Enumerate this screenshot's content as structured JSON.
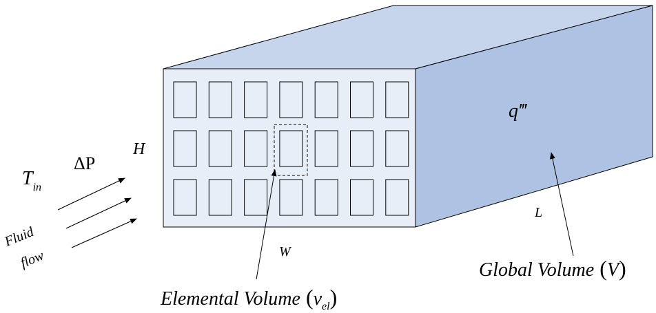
{
  "labels": {
    "T_main": "T",
    "T_sub": "in",
    "delta_p": "ΔP",
    "height": "H",
    "fluid_line1": "Fluid",
    "fluid_line2": "flow",
    "width": "W",
    "length": "L",
    "heat_gen": "q‴",
    "elemental_text": "Elemental Volume",
    "elemental_sym": "v",
    "elemental_sub": "el",
    "global_text": "Global Volume",
    "global_sym": "V",
    "paren_open": "(",
    "paren_close": ")"
  },
  "channel_grid": {
    "rows": 3,
    "cols": 7,
    "highlighted_row": 1,
    "highlighted_col": 3
  },
  "colors": {
    "front_face": "#e8eef8",
    "top_face": "#c7d5ec",
    "side_face": "#aec3e3",
    "channel": "#e8eef8",
    "stroke": "#000000"
  }
}
